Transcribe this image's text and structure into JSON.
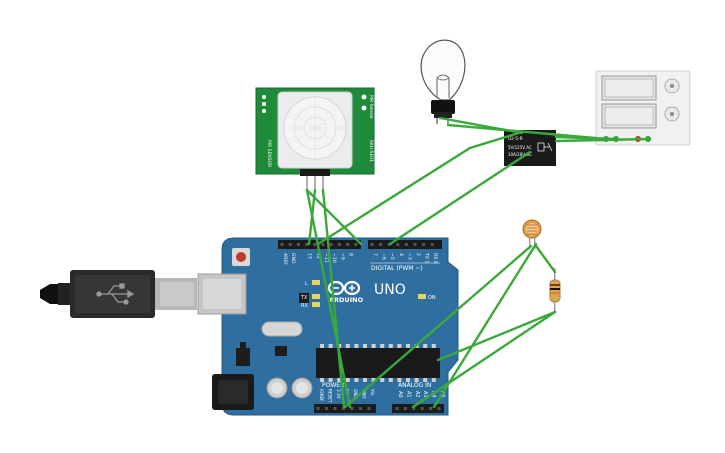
{
  "board": {
    "logo_text": "ARDUINO",
    "model": "UNO",
    "digital_header_label": "DIGITAL (PWM ~)",
    "power_label": "POWER",
    "analog_label": "ANALOG IN",
    "on_label": "ON",
    "led_l": "L",
    "led_tx": "TX",
    "led_rx": "RX",
    "top_pins": [
      "AREF",
      "GND",
      "13",
      "12",
      "~11",
      "~10",
      "~9",
      "8",
      "7",
      "~6",
      "~5",
      "4",
      "~3",
      "2",
      "TX 1",
      "RX 0"
    ],
    "power_pins": [
      "IOREF",
      "RESET",
      "3.3V",
      "5V",
      "GND",
      "GND",
      "Vin"
    ],
    "analog_pins": [
      "A0",
      "A1",
      "A2",
      "A3",
      "A4",
      "A5"
    ]
  },
  "pir": {
    "side_left": "PIR SENSOR",
    "side_right_top": "PIR Sensor",
    "side_right_bottom": "SKU-SE01"
  },
  "relay": {
    "line1": "LU-5-R",
    "line2": "5V/125V AC",
    "line3": "10A/28V DC"
  },
  "colors": {
    "wire": "#3aa93a",
    "board": "#2f6fa0",
    "pir_pcb": "#1e8a3a",
    "relay": "#1a1a1a"
  }
}
